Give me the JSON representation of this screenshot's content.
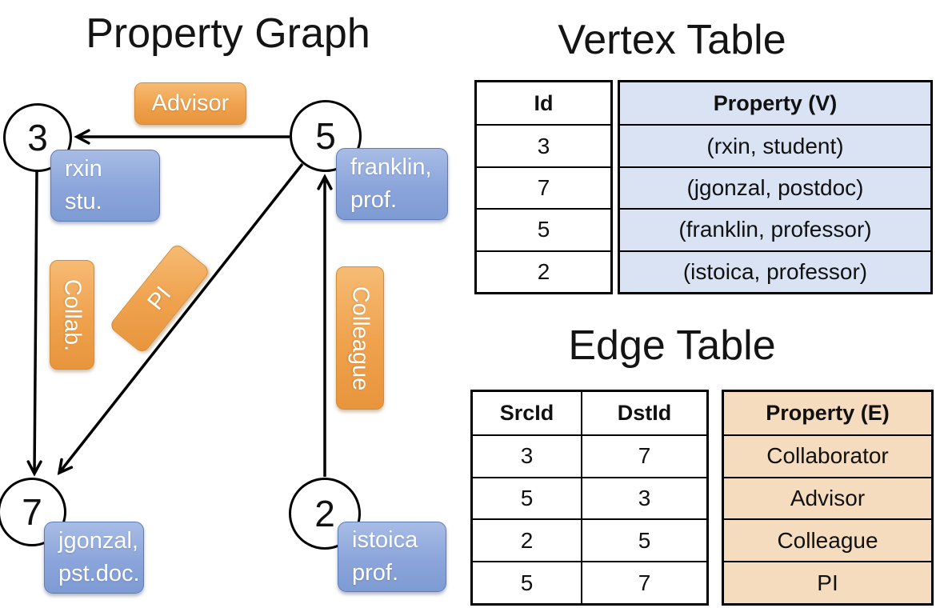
{
  "graph": {
    "title": "Property Graph",
    "vertices": [
      {
        "id": "3",
        "prop_line1": "rxin",
        "prop_line2": "stu."
      },
      {
        "id": "5",
        "prop_line1": "franklin,",
        "prop_line2": "prof."
      },
      {
        "id": "7",
        "prop_line1": "jgonzal,",
        "prop_line2": "pst.doc."
      },
      {
        "id": "2",
        "prop_line1": "istoica",
        "prop_line2": "prof."
      }
    ],
    "edge_labels": {
      "advisor": "Advisor",
      "collab": "Collab.",
      "pi": "PI",
      "colleague": "Colleague"
    }
  },
  "vertex_table": {
    "title": "Vertex Table",
    "headers": {
      "id": "Id",
      "property": "Property (V)"
    },
    "rows": [
      {
        "id": "3",
        "property": "(rxin, student)"
      },
      {
        "id": "7",
        "property": "(jgonzal, postdoc)"
      },
      {
        "id": "5",
        "property": "(franklin, professor)"
      },
      {
        "id": "2",
        "property": "(istoica, professor)"
      }
    ]
  },
  "edge_table": {
    "title": "Edge Table",
    "headers": {
      "src": "SrcId",
      "dst": "DstId",
      "property": "Property (E)"
    },
    "rows": [
      {
        "src": "3",
        "dst": "7",
        "property": "Collaborator"
      },
      {
        "src": "5",
        "dst": "3",
        "property": "Advisor"
      },
      {
        "src": "2",
        "dst": "5",
        "property": "Colleague"
      },
      {
        "src": "5",
        "dst": "7",
        "property": "PI"
      }
    ]
  },
  "colors": {
    "edge_label_fill_top": "#F6BB74",
    "edge_label_fill_bottom": "#E8953D",
    "edge_label_border": "#D28C34",
    "vertex_label_fill_top": "#A8BCE5",
    "vertex_label_fill_bottom": "#7E9BD3",
    "vertex_label_border": "#5C7CB8",
    "vertex_table_property_bg": "#DAE3F4",
    "edge_table_property_bg": "#F6DCBF",
    "line_color": "#000000"
  }
}
